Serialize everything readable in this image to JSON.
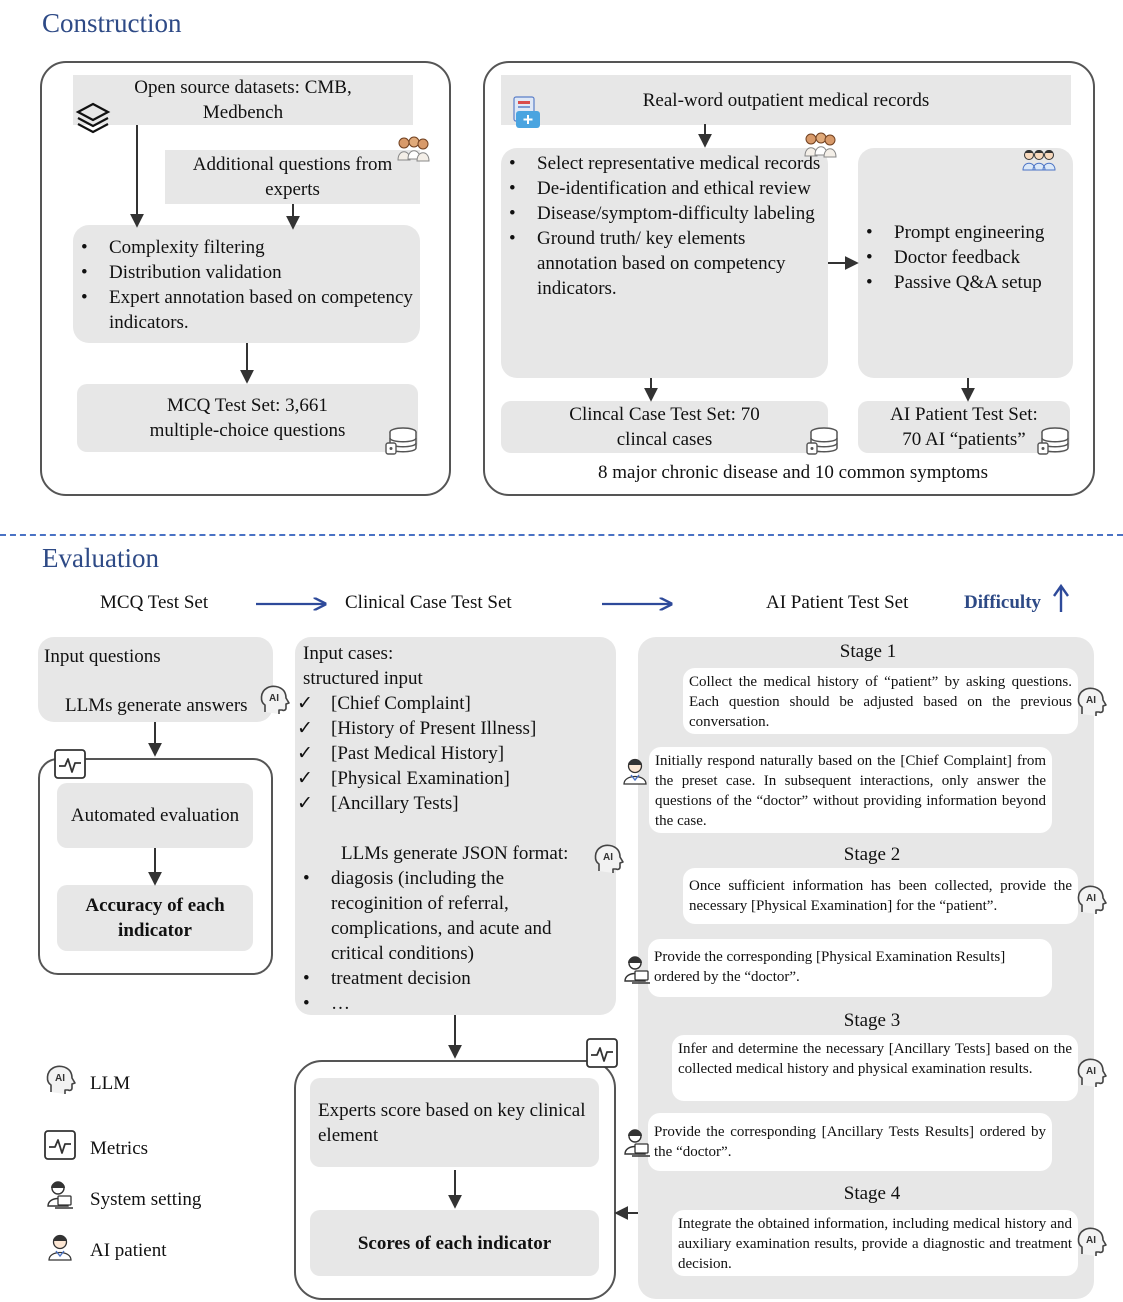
{
  "construction": {
    "title": "Construction",
    "left": {
      "open_source": "Open source datasets: CMB, Medbench",
      "additional": "Additional questions from experts",
      "steps": [
        "Complexity filtering",
        "Distribution validation",
        "Expert annotation based on competency indicators."
      ],
      "mcq_set": "MCQ Test Set: 3,661 multiple-choice questions"
    },
    "right": {
      "records": "Real-word outpatient medical records",
      "steps": [
        "Select representative medical records",
        "De-identification and ethical review",
        "Disease/symptom-difficulty labeling",
        "Ground truth/ key elements annotation based on competency indicators."
      ],
      "ai_steps": [
        "Prompt engineering",
        "Doctor feedback",
        "Passive Q&A setup"
      ],
      "clinical_set": "Clincal Case Test Set: 70 clincal cases",
      "ai_set": "AI Patient Test Set: 70 AI “patients”",
      "footer": "8 major chronic disease and 10 common symptoms"
    }
  },
  "evaluation": {
    "title": "Evaluation",
    "header": {
      "mcq": "MCQ Test Set",
      "clinical": "Clinical Case Test Set",
      "ai": "AI Patient Test Set",
      "difficulty": "Difficulty"
    },
    "mcq": {
      "input": "Input questions",
      "generate": "LLMs generate answers",
      "auto": "Automated evaluation",
      "accuracy": "Accuracy of each indicator"
    },
    "clinical": {
      "input1": "Input cases:",
      "input2": "structured input",
      "checks": [
        "[Chief Complaint]",
        "[History of Present Illness]",
        "[Past Medical History]",
        "[Physical Examination]",
        "[Ancillary Tests]"
      ],
      "json": "LLMs generate JSON format:",
      "outputs": [
        "diagosis (including the recoginition of referral, complications, and acute and critical conditions)",
        "treatment decision",
        "…"
      ],
      "experts": "Experts score based on key clinical element",
      "scores": "Scores of each indicator"
    },
    "ai_patient": {
      "stage1": "Stage 1",
      "s1_doctor": "Collect the medical history of “patient” by asking questions. Each question should be adjusted based on the previous conversation.",
      "s1_patient": "Initially respond naturally based on the [Chief Complaint] from the preset case. In subsequent interactions, only answer the questions of the “doctor” without providing information beyond the case.",
      "stage2": "Stage 2",
      "s2_doctor": "Once sufficient information has been collected, provide the necessary [Physical Examination] for the “patient”.",
      "s2_system": "Provide the corresponding [Physical Examination Results] ordered by the “doctor”.",
      "stage3": "Stage 3",
      "s3_doctor": "Infer and determine the necessary [Ancillary Tests] based on the collected medical history and physical examination results.",
      "s3_system": "Provide the corresponding [Ancillary Tests Results] ordered by the “doctor”.",
      "stage4": "Stage 4",
      "s4_doctor": "Integrate the obtained information, including medical history and auxiliary examination results, provide a diagnostic and treatment decision."
    },
    "legend": {
      "llm": "LLM",
      "metrics": "Metrics",
      "system": "System setting",
      "patient": "AI patient"
    }
  },
  "icons": {
    "ai_label": "AI",
    "arrow_color": "#2e4a9a",
    "title_color": "#2e4a86"
  }
}
